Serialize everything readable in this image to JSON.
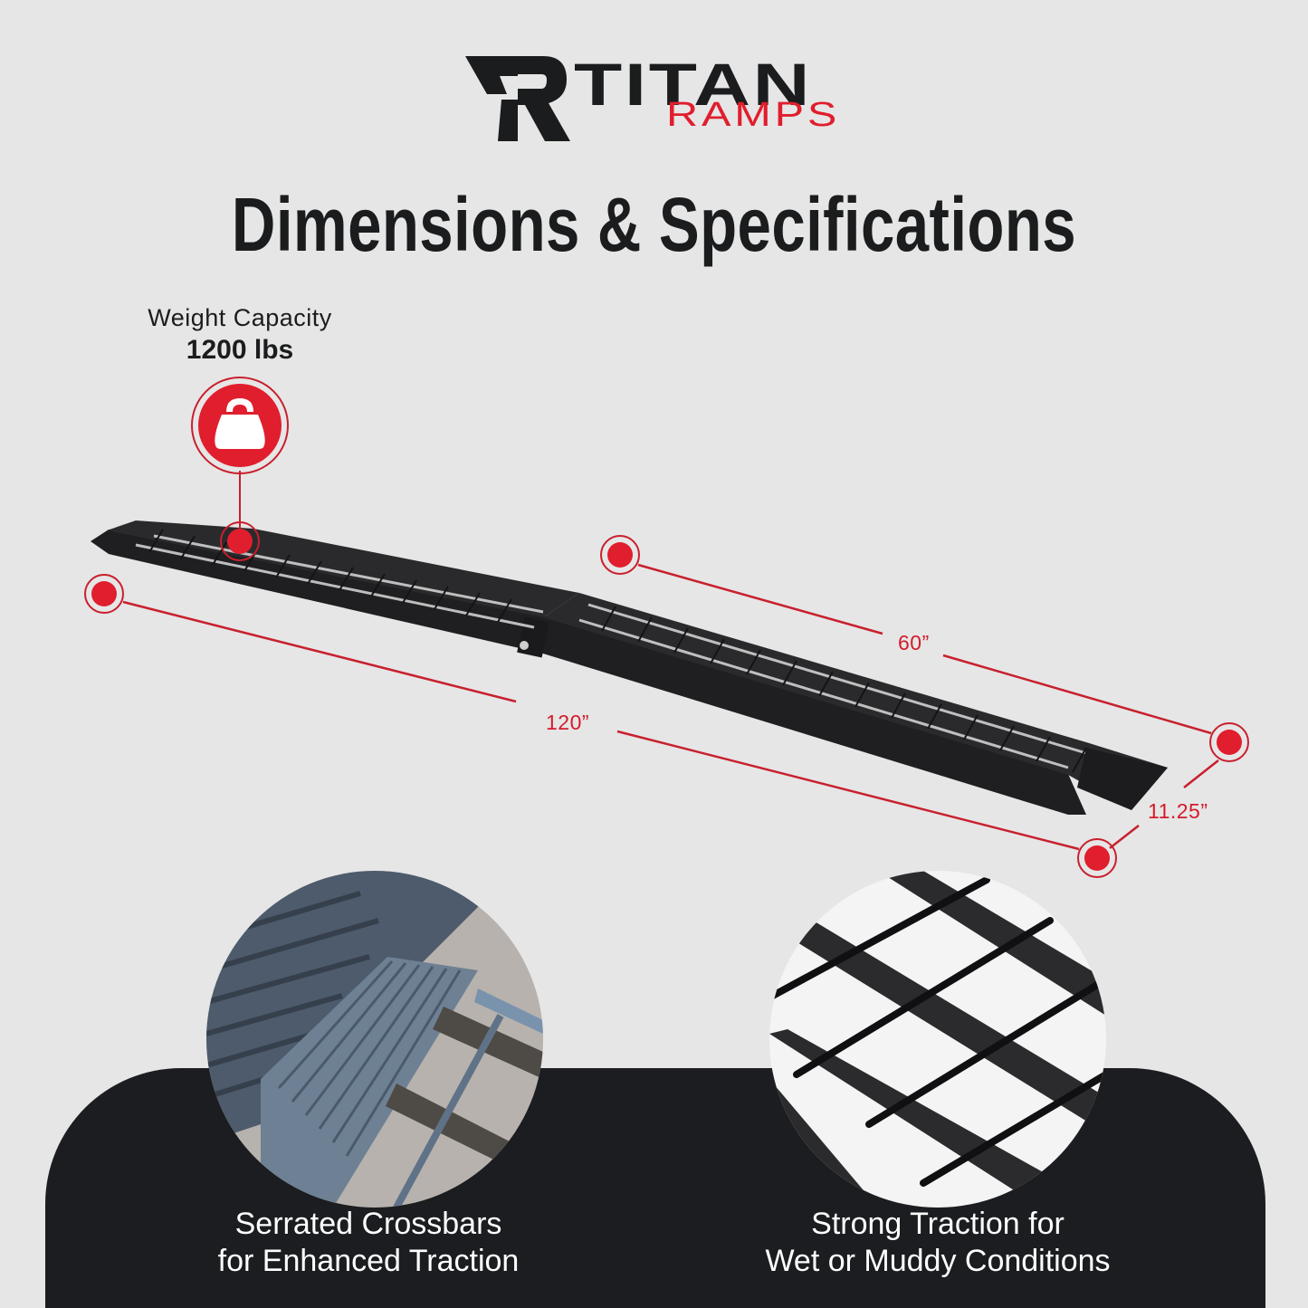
{
  "brand": {
    "name_top": "TITAN",
    "name_bottom": "RAMPS",
    "primary_color": "#1b1c1e",
    "accent_color": "#e01e2d"
  },
  "page": {
    "title": "Dimensions & Specifications",
    "background_color": "#e6e6e6"
  },
  "weight_capacity": {
    "label": "Weight Capacity",
    "value": "1200 lbs",
    "icon": "kettlebell-weight-icon"
  },
  "dimensions": {
    "total_length": "120”",
    "section_length": "60”",
    "width": "11.25”"
  },
  "features": [
    {
      "line1": "Serrated Crossbars",
      "line2": "for Enhanced Traction",
      "image": "serrated-crossbar-closeup"
    },
    {
      "line1": "Strong Traction for",
      "line2": "Wet or Muddy Conditions",
      "image": "grid-deck-closeup"
    }
  ]
}
